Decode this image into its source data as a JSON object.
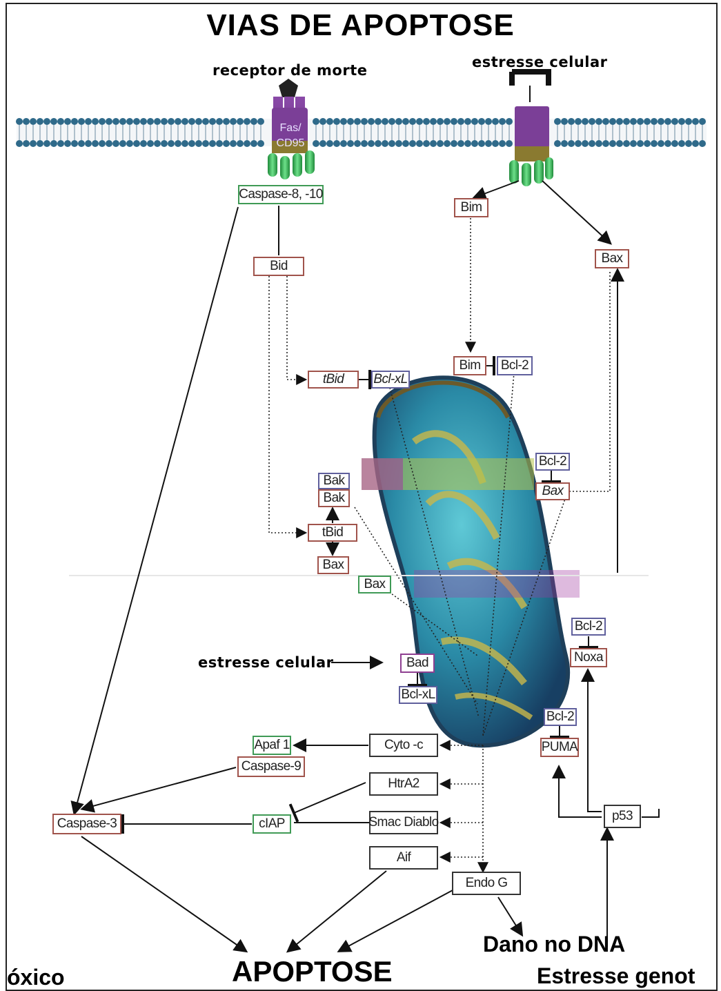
{
  "title": "VIAS DE APOPTOSE",
  "labels": {
    "death_receptor": "receptor de morte",
    "cell_stress_top": "estresse celular",
    "cell_stress_mid": "estresse celular",
    "receptor_line1": "Fas/",
    "receptor_line2": "CD95",
    "apoptosis": "APOPTOSE",
    "dna_damage": "Dano no DNA",
    "genotoxic_stress": "Estresse genot",
    "left_cut": "óxico"
  },
  "boxes": {
    "caspase_8_10": "Caspase-8, -10",
    "bim_top": "Bim",
    "bid": "Bid",
    "bax_right": "Bax",
    "bim_mid": "Bim",
    "bcl2_a": "Bcl-2",
    "tbid_upper": "tBid",
    "bclxl_upper": "Bcl-xL",
    "bcl2_b": "Bcl-2",
    "bax_mito": "Bax",
    "bak_blue": "Bak",
    "bak_red": "Bak",
    "tbid_lower": "tBid",
    "bax_lower": "Bax",
    "bax_green": "Bax",
    "bcl2_c": "Bcl-2",
    "noxa": "Noxa",
    "bad": "Bad",
    "bclxl_lower": "Bcl-xL",
    "bcl2_d": "Bcl-2",
    "puma": "PUMA",
    "apaf1": "Apaf 1",
    "cyto_c": "Cyto -c",
    "caspase_9": "Caspase-9",
    "htra2": "HtrA2",
    "caspase_3": "Caspase-3",
    "ciap": "cIAP",
    "smac": "Smac Diablo",
    "p53": "p53",
    "aif": "Aif",
    "endo_g": "Endo G"
  },
  "colors": {
    "membrane_head": "#2f6a8a",
    "receptor": "#7d3f98",
    "receptor_base": "#6b8a3a",
    "adaptor": "#3fb85a",
    "ligand": "#222222",
    "mitochondrion_outer": "#2a5b7a",
    "mitochondrion_inner": "#2e9aa8",
    "cristae": "#c9b84a"
  }
}
